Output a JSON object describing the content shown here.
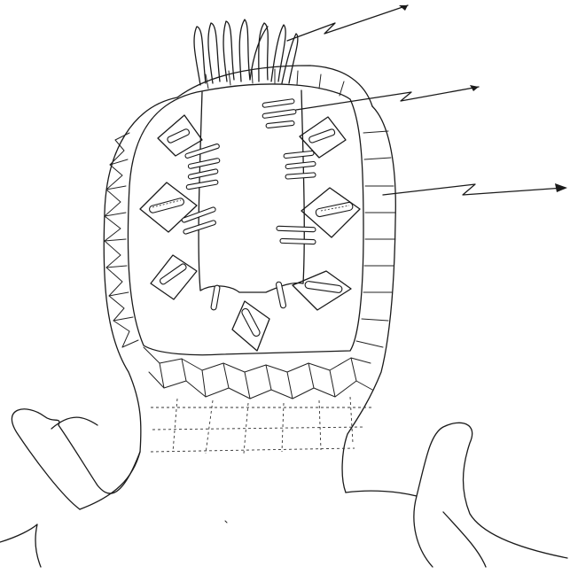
{
  "figure": {
    "description_labels": [],
    "pointers": [
      {
        "id": "pointer-1"
      },
      {
        "id": "pointer-2"
      },
      {
        "id": "pointer-3"
      }
    ]
  }
}
